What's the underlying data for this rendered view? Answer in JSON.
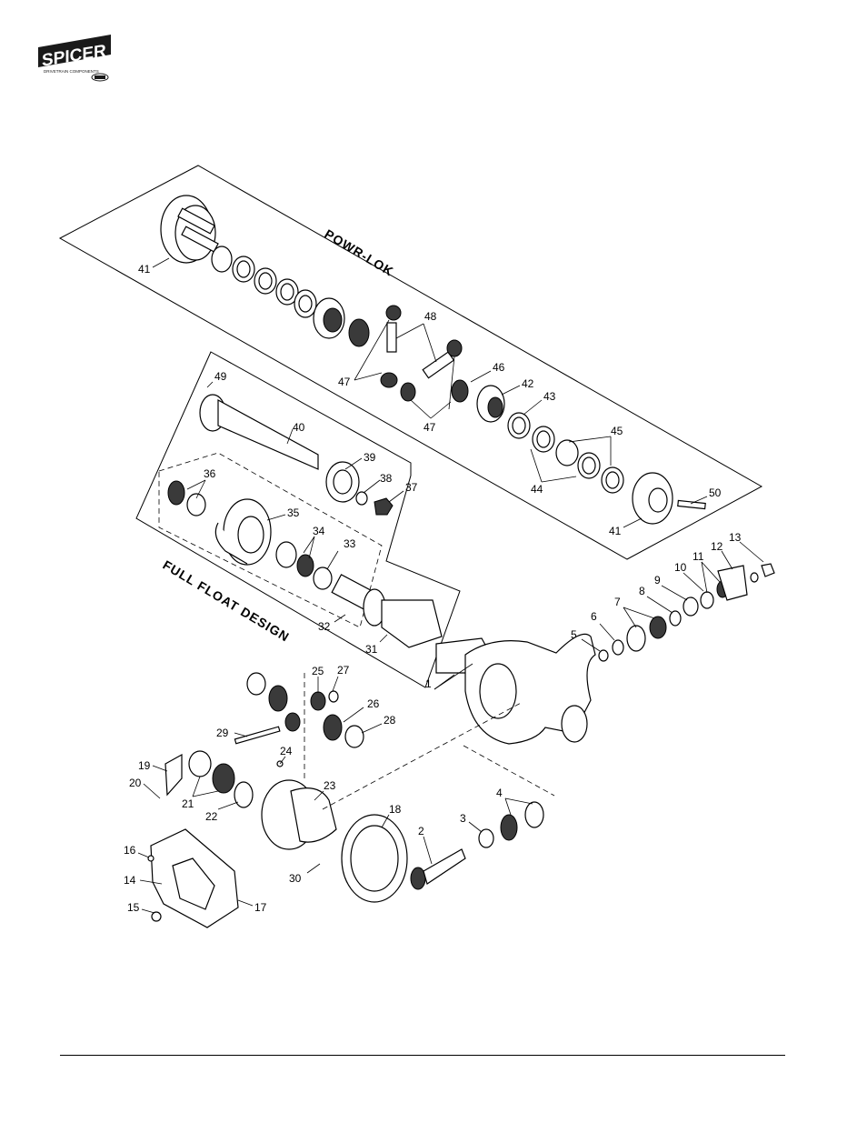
{
  "brand": {
    "wordmark": "SPICER",
    "tagline": "DRIVETRAIN COMPONENTS"
  },
  "sections": {
    "powr_lok": "POWR-LOK",
    "full_float": "FULL FLOAT DESIGN"
  },
  "callouts": [
    "1",
    "2",
    "3",
    "4",
    "5",
    "6",
    "7",
    "8",
    "9",
    "10",
    "11",
    "12",
    "13",
    "14",
    "15",
    "16",
    "17",
    "18",
    "19",
    "20",
    "21",
    "22",
    "23",
    "24",
    "25",
    "26",
    "27",
    "28",
    "29",
    "30",
    "31",
    "32",
    "33",
    "34",
    "35",
    "36",
    "37",
    "38",
    "39",
    "40",
    "41",
    "41",
    "42",
    "43",
    "44",
    "45",
    "46",
    "47",
    "47",
    "47",
    "48",
    "49",
    "50"
  ]
}
